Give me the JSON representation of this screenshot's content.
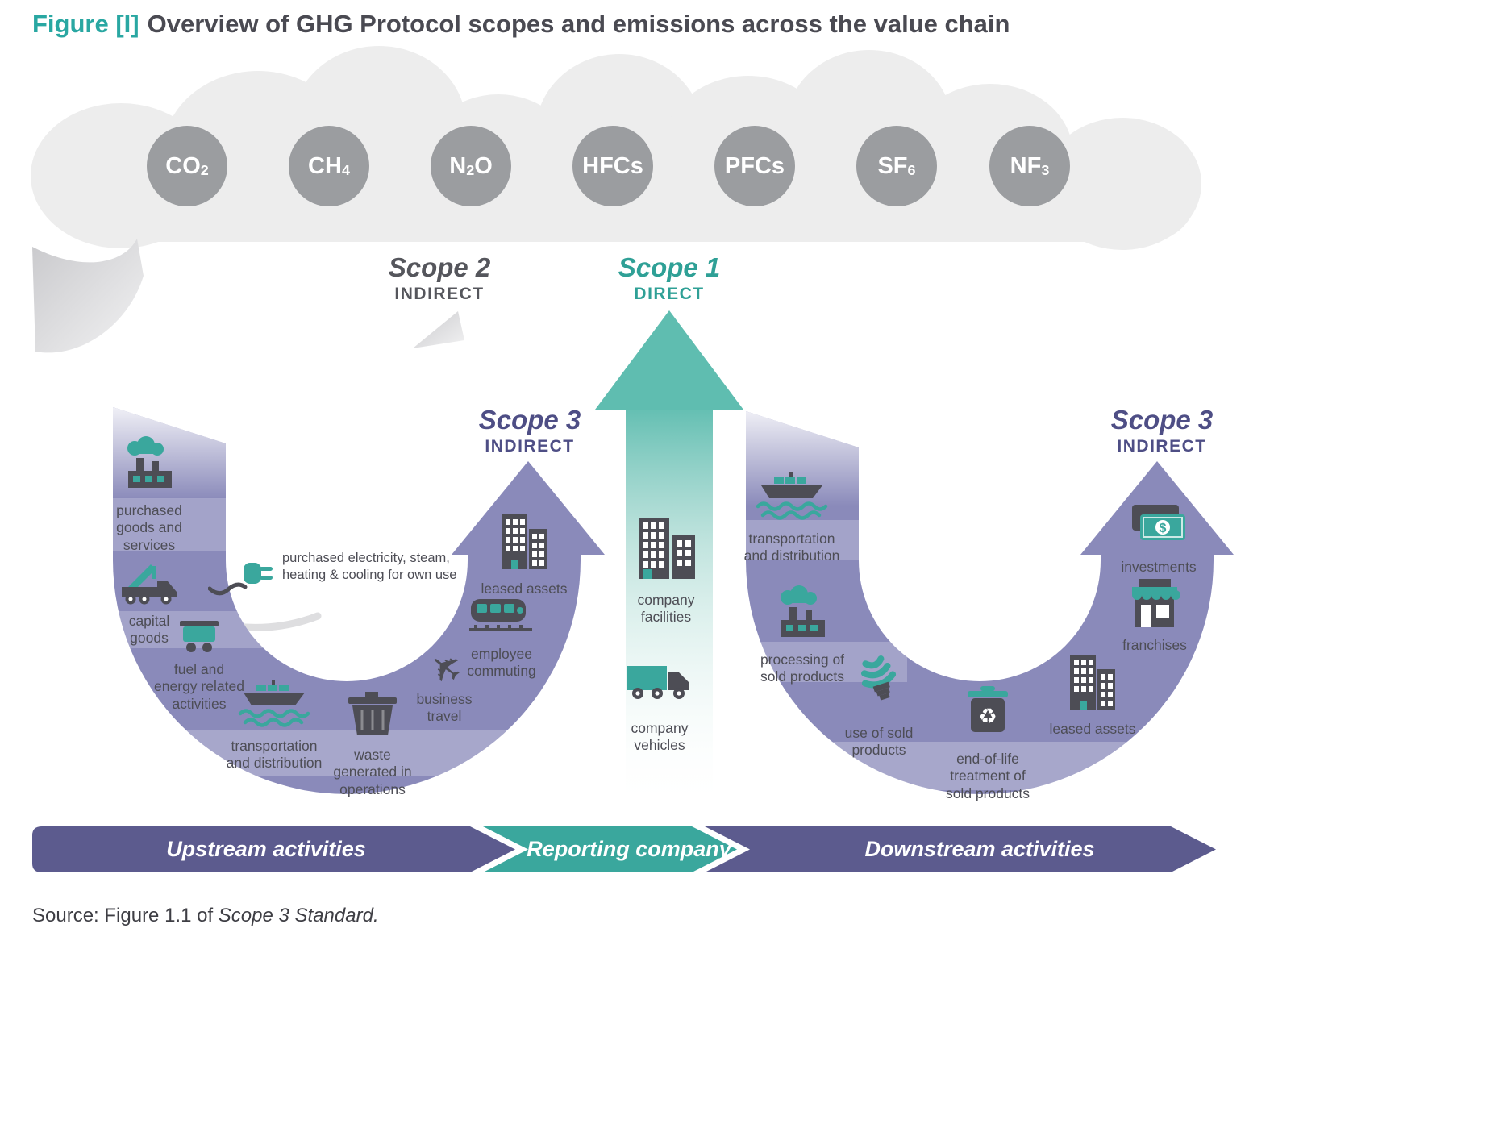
{
  "colors": {
    "teal": "#3AA79D",
    "teal_arrow": "#5FBDB0",
    "purple_band": "#8A8ABA",
    "purple_bar": "#5C5B8E",
    "scope1_text": "#2FA096",
    "scope2_text": "#55565C",
    "scope3_text": "#4E4E85",
    "label_text": "#4D4D55",
    "gas_circle": "#9B9DA0",
    "cloud": "#EDEDED",
    "title_teal": "#29A7A2",
    "title_dark": "#4A4A52"
  },
  "title": {
    "prefix": "Figure [I]",
    "main": "Overview of GHG Protocol scopes and emissions across the value chain"
  },
  "gases": [
    {
      "pre": "CO",
      "sub": "2",
      "post": ""
    },
    {
      "pre": "CH",
      "sub": "4",
      "post": ""
    },
    {
      "pre": "N",
      "sub": "2",
      "post": "O"
    },
    {
      "pre": "HFCs",
      "sub": "",
      "post": ""
    },
    {
      "pre": "PFCs",
      "sub": "",
      "post": ""
    },
    {
      "pre": "SF",
      "sub": "6",
      "post": ""
    },
    {
      "pre": "NF",
      "sub": "3",
      "post": ""
    }
  ],
  "scopes": {
    "scope2": {
      "title": "Scope 2",
      "type": "INDIRECT"
    },
    "scope1": {
      "title": "Scope 1",
      "type": "DIRECT"
    },
    "scope3_left": {
      "title": "Scope 3",
      "type": "INDIRECT"
    },
    "scope3_right": {
      "title": "Scope 3",
      "type": "INDIRECT"
    }
  },
  "upstream": {
    "purchased_goods": "purchased\ngoods and\nservices",
    "capital_goods": "capital\ngoods",
    "fuel_energy": "fuel and\nenergy related\nactivities",
    "transport": "transportation\nand distribution",
    "waste": "waste\ngenerated in\noperations",
    "business_travel": "business\ntravel",
    "commuting": "employee\ncommuting",
    "leased_assets": "leased assets",
    "electricity": "purchased electricity, steam,\nheating & cooling for own use"
  },
  "company": {
    "facilities": "company\nfacilities",
    "vehicles": "company\nvehicles"
  },
  "downstream": {
    "transport": "transportation\nand distribution",
    "processing": "processing of\nsold products",
    "use": "use of sold\nproducts",
    "end_of_life": "end-of-life\ntreatment of\nsold products",
    "leased_assets": "leased assets",
    "franchises": "franchises",
    "investments": "investments"
  },
  "bottom_bar": {
    "upstream": "Upstream activities",
    "reporting": "Reporting company",
    "downstream": "Downstream activities"
  },
  "source": {
    "prefix": "Source: Figure 1.1 of ",
    "italic": "Scope 3 Standard."
  },
  "icons": {
    "plane": "✈",
    "recycle": "♻",
    "dollar": "$"
  }
}
